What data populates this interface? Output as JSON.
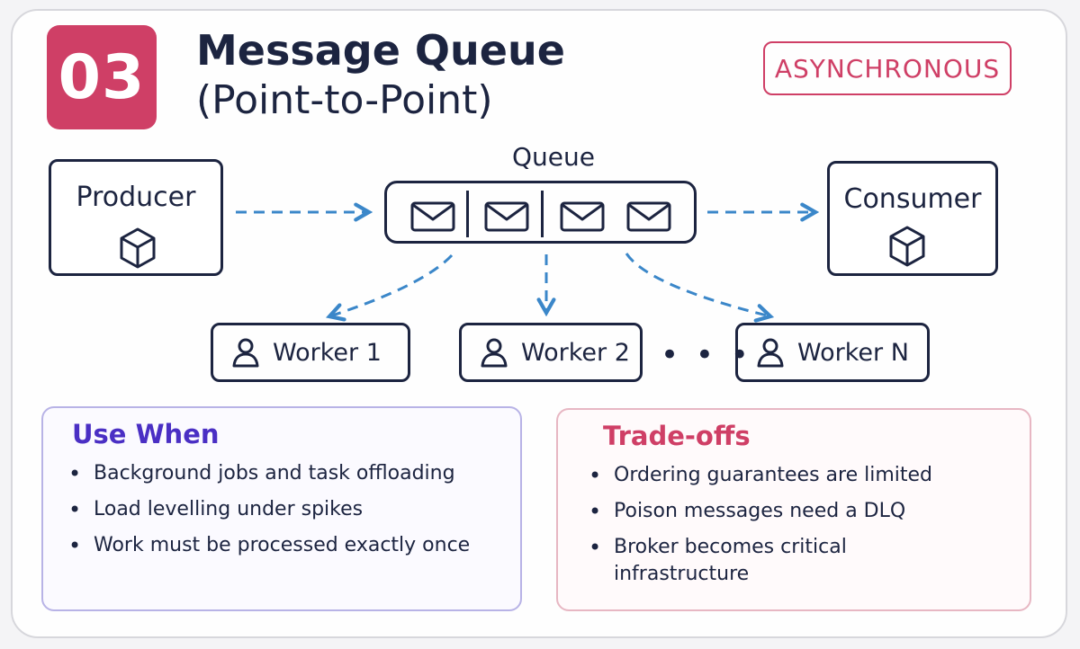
{
  "header": {
    "number": "03",
    "title": "Message Queue",
    "subtitle": "(Point-to-Point)",
    "tag": "ASYNCHRONOUS"
  },
  "diagram": {
    "producer": {
      "label": "Producer",
      "icon": "cube-icon"
    },
    "queue": {
      "label": "Queue",
      "message_icon": "envelope-icon",
      "message_count": 4
    },
    "consumer": {
      "label": "Consumer",
      "icon": "cube-icon"
    },
    "workers": [
      {
        "label": "Worker 1",
        "icon": "user-icon"
      },
      {
        "label": "Worker 2",
        "icon": "user-icon"
      },
      {
        "label": "Worker N",
        "icon": "user-icon"
      }
    ],
    "ellipsis": "• • •"
  },
  "use_when": {
    "title": "Use When",
    "items": [
      "Background jobs and task offloading",
      "Load levelling under spikes",
      "Work must be processed exactly once"
    ]
  },
  "trade_offs": {
    "title": "Trade-offs",
    "items": [
      "Ordering guarantees are limited",
      "Poison messages need a DLQ",
      "Broker becomes critical infrastructure"
    ]
  },
  "colors": {
    "accent": "#cf3f66",
    "ink": "#1c2440",
    "arrow": "#3b87c9",
    "use_when_title": "#4a2fc4"
  }
}
